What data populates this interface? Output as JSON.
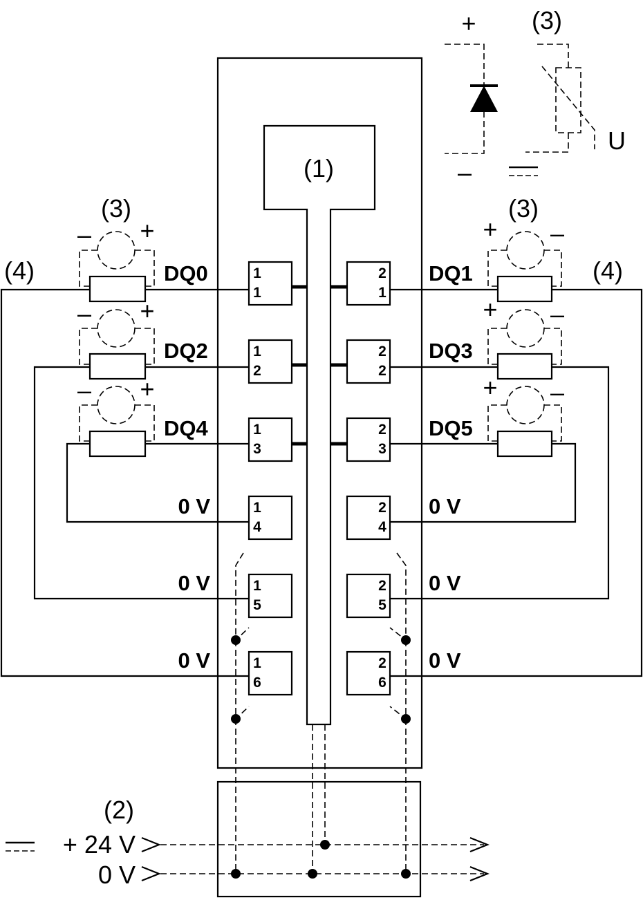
{
  "diagram": {
    "internal_circuit_label": "(1)",
    "power_connection_label": "(2)",
    "suppressor_label": "(3)",
    "return_connection_label": "(4)",
    "legend": {
      "plus_sign": "+",
      "minus_sign": "–",
      "voltage_symbol": "U"
    },
    "left_outputs": [
      "DQ0",
      "DQ2",
      "DQ4"
    ],
    "right_outputs": [
      "DQ1",
      "DQ3",
      "DQ5"
    ],
    "zero_volt_label": "0 V",
    "left_terminals": [
      [
        "1",
        "1"
      ],
      [
        "1",
        "2"
      ],
      [
        "1",
        "3"
      ],
      [
        "1",
        "4"
      ],
      [
        "1",
        "5"
      ],
      [
        "1",
        "6"
      ]
    ],
    "right_terminals": [
      [
        "2",
        "1"
      ],
      [
        "2",
        "2"
      ],
      [
        "2",
        "3"
      ],
      [
        "2",
        "4"
      ],
      [
        "2",
        "5"
      ],
      [
        "2",
        "6"
      ]
    ],
    "supply": {
      "plus_24v_label": "+ 24 V",
      "zero_v_label": "0 V"
    }
  }
}
